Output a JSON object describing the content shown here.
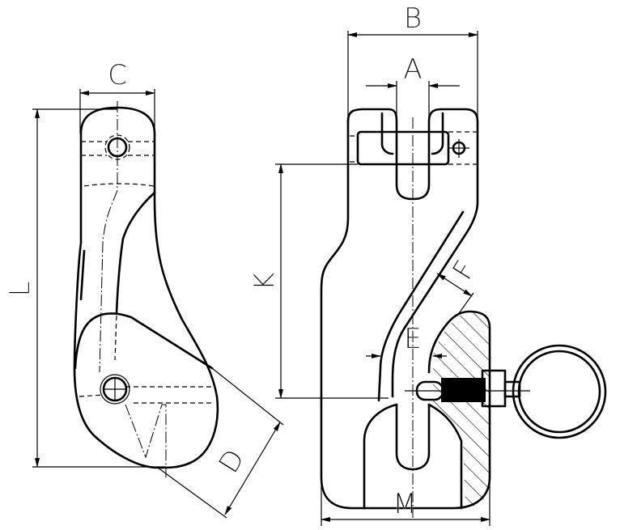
{
  "drawing": {
    "labels": {
      "A": "A",
      "B": "B",
      "C": "C",
      "D": "D",
      "E": "E",
      "F": "F",
      "K": "K",
      "L": "L",
      "M": "M"
    },
    "line_color": "#000000",
    "background": "#ffffff"
  }
}
